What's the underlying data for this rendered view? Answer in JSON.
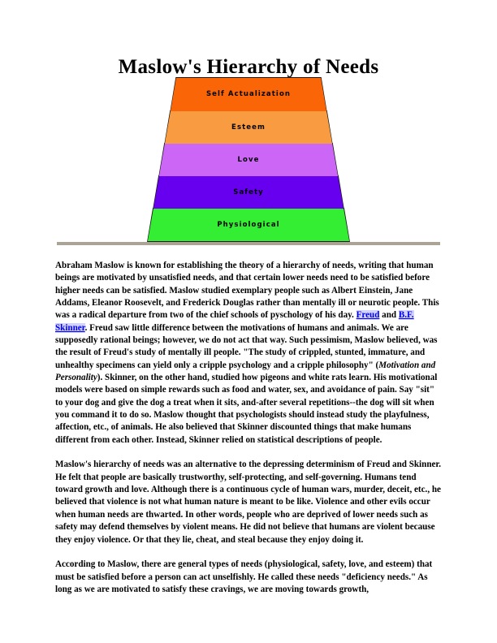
{
  "document": {
    "title": "Maslow's Hierarchy of Needs"
  },
  "diagram": {
    "name": "maslow-pyramid",
    "layers": [
      {
        "label": "Self Actualization",
        "color": "#f96507",
        "order": 5
      },
      {
        "label": "Esteem",
        "color": "#f99b40",
        "order": 4
      },
      {
        "label": "Love",
        "color": "#cc66f7",
        "order": 3
      },
      {
        "label": "Safety",
        "color": "#6600ee",
        "order": 2
      },
      {
        "label": "Physiological",
        "color": "#33ee33",
        "order": 1
      }
    ],
    "ground_line_color": "#aaa396"
  },
  "chart_data": {
    "type": "bar",
    "title": "Maslow's Hierarchy of Needs",
    "categories": [
      "Physiological",
      "Safety",
      "Love",
      "Esteem",
      "Self Actualization"
    ],
    "values": [
      1,
      2,
      3,
      4,
      5
    ],
    "colors": [
      "#33ee33",
      "#6600ee",
      "#cc66f7",
      "#f99b40",
      "#f96507"
    ],
    "xlabel": "",
    "ylabel": "",
    "legend": "none"
  },
  "content": {
    "paragraph1": {
      "part1": "Abraham Maslow is known for establishing the theory of a hierarchy of needs, writing that human beings are motivated by unsatisfied needs, and that certain lower needs need to be satisfied before higher needs can be satisfied. Maslow studied exemplary people such as Albert Einstein, Jane Addams, Eleanor Roosevelt, and Frederick Douglas rather than mentally ill or neurotic people. This was a radical departure from two of the chief schools of pyschology of his day. ",
      "link1": "Freud",
      "part2": " and ",
      "link2": "B.F. Skinner",
      "part3": ". Freud saw little difference between the motivations of humans and animals. We are supposedly rational beings; however, we do not act that way. Such pessimism, Maslow believed, was the result of Freud's study of mentally ill people. \"The study of crippled, stunted, immature, and unhealthy specimens can yield only a cripple psychology and a cripple philosophy\" (",
      "citation": "Motivation and Personality",
      "part4": "). Skinner, on the other hand, studied how pigeons and white rats learn. His motivational models were based on simple rewards such as food and water, sex, and avoidance of pain. Say \"sit\" to your dog and give the dog a treat when it sits, and-after several repetitions--the dog will sit when you command it to do so. Maslow thought that psychologists should instead study the playfulness, affection, etc., of animals. He also believed that Skinner discounted things that make humans different from each other. Instead, Skinner relied on statistical descriptions of people."
    },
    "paragraph2": "Maslow's hierarchy of needs was an alternative to the depressing determinism of Freud and Skinner. He felt that people are basically trustworthy, self-protecting, and self-governing. Humans tend toward growth and love. Although there is a continuous cycle of human wars, murder, deceit, etc., he believed that violence is not what human nature is meant to be like. Violence and other evils occur when human needs are thwarted. In other words, people who are deprived of lower needs such as safety may defend themselves by violent means. He did not believe that humans are violent because they enjoy violence. Or that they lie, cheat, and steal because they enjoy doing it.",
    "paragraph3": "According to Maslow, there are general types of needs (physiological, safety, love, and esteem) that must be satisfied before a person can act unselfishly. He called these needs \"deficiency needs.\" As long as we are motivated to satisfy these cravings, we are moving towards growth,"
  }
}
